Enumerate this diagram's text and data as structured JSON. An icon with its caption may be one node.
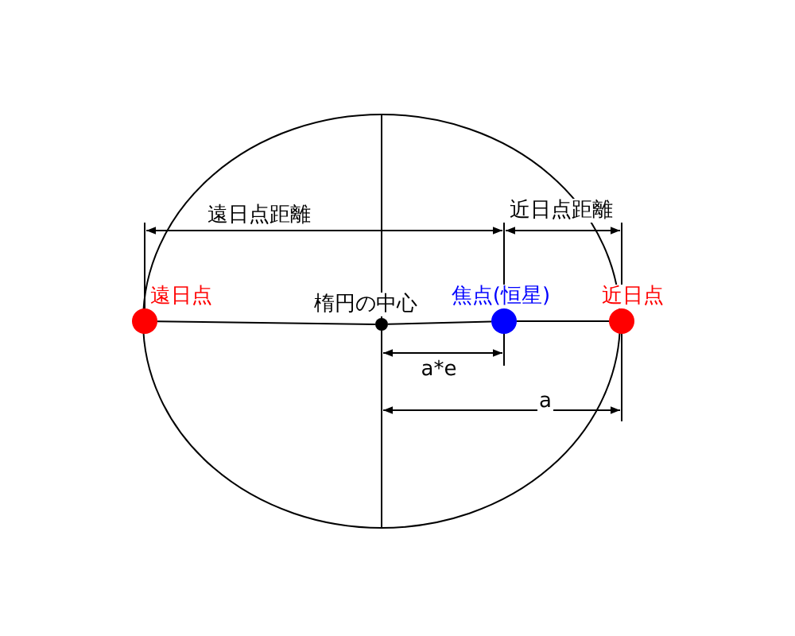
{
  "diagram": {
    "nodes": [
      {
        "text": [],
        "shape": "circle",
        "beside": [
          "遠日点"
        ]
      },
      {
        "text": [],
        "shape": "circle",
        "beside": [
          "楕円の中心"
        ]
      },
      {
        "text": [],
        "shape": "circle",
        "beside": [
          "焦点(恒星)"
        ]
      },
      {
        "text": [],
        "shape": "circle",
        "beside": [
          "近日点"
        ]
      }
    ],
    "edges": [
      {
        "from": 0,
        "to": 1,
        "arrow": "none"
      },
      {
        "from": 1,
        "to": 2,
        "arrow": "none"
      },
      {
        "from": 2,
        "to": 3,
        "arrow": "none"
      }
    ],
    "labels": [
      "遠日点距離",
      "近日点距離",
      "a*e",
      "a"
    ]
  }
}
